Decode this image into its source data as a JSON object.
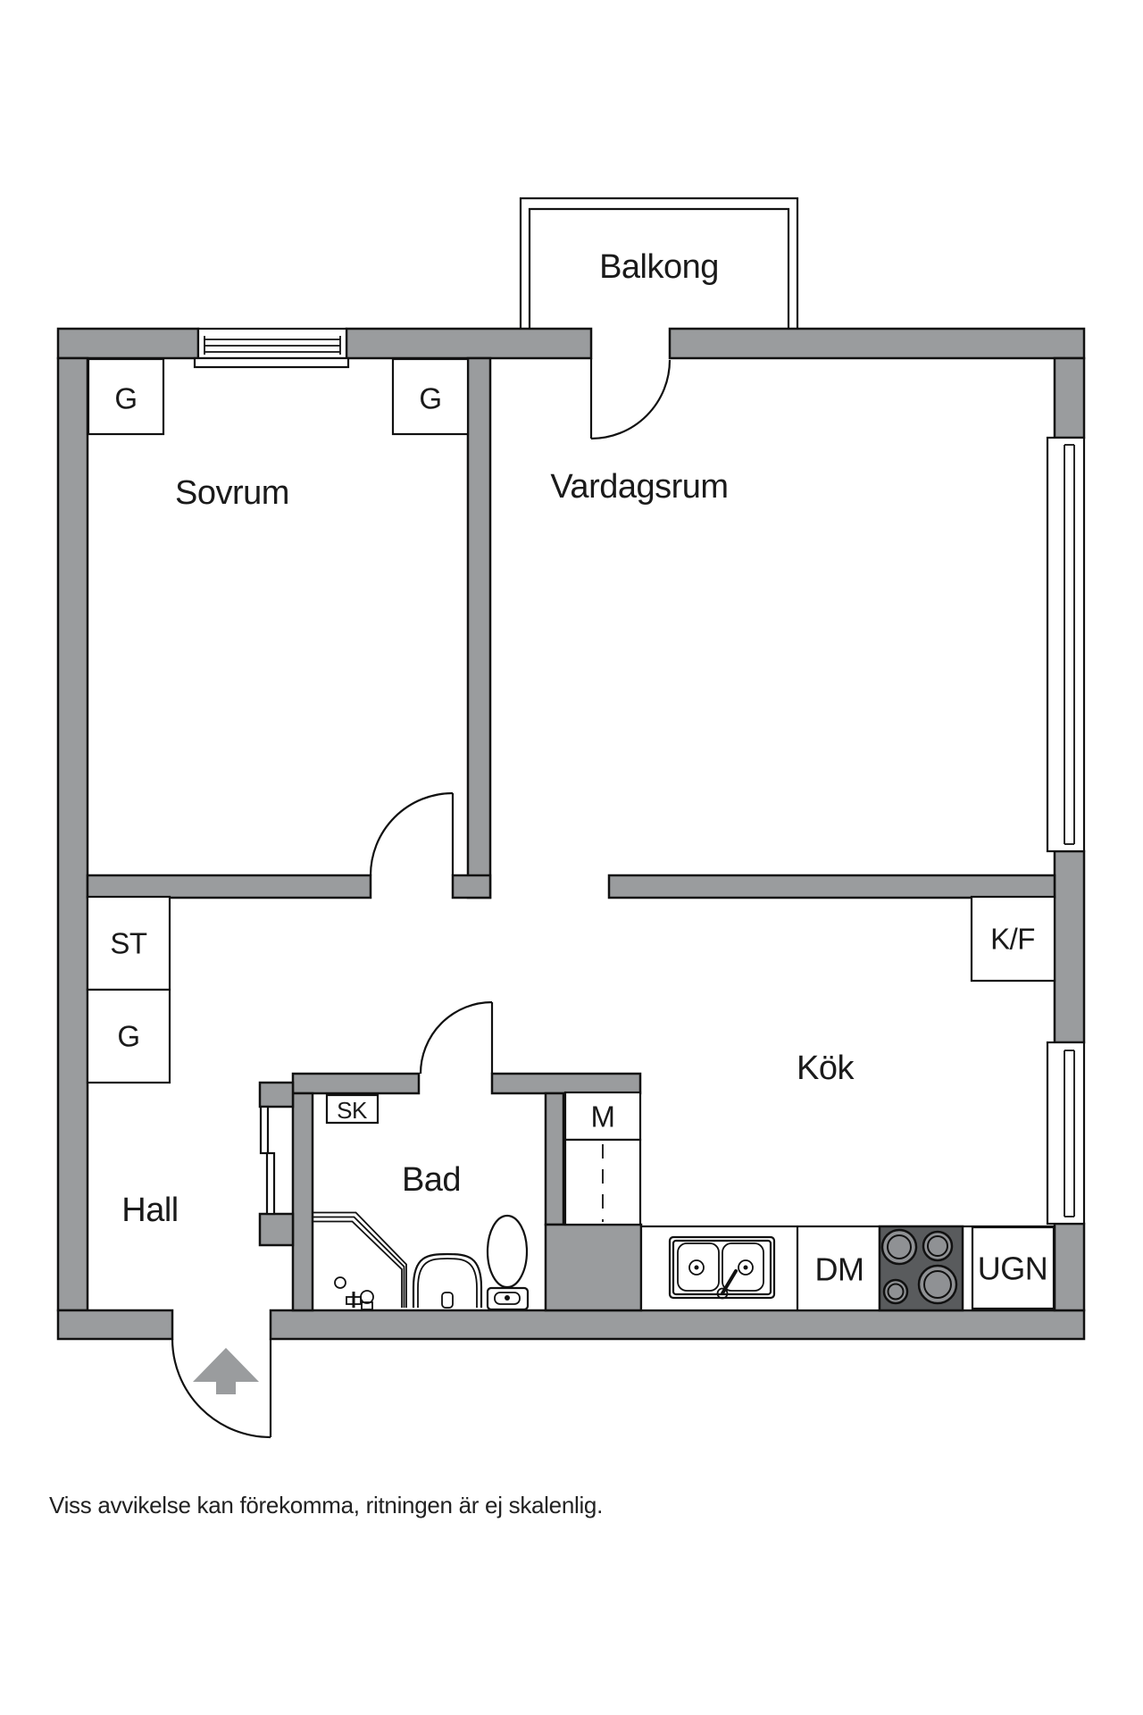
{
  "floorplan": {
    "rooms": {
      "balkong": {
        "label": "Balkong"
      },
      "sovrum": {
        "label": "Sovrum"
      },
      "vardagsrum": {
        "label": "Vardagsrum"
      },
      "kok": {
        "label": "Kök"
      },
      "hall": {
        "label": "Hall"
      },
      "bad": {
        "label": "Bad"
      }
    },
    "storage": {
      "g_sovrum_left": {
        "label": "G"
      },
      "g_sovrum_right": {
        "label": "G"
      },
      "st_hall": {
        "label": "ST"
      },
      "g_hall": {
        "label": "G"
      },
      "sk_bad": {
        "label": "SK"
      },
      "m_niche": {
        "label": "M"
      }
    },
    "kitchen": {
      "fridge_freezer": {
        "label": "K/F"
      },
      "dishwasher": {
        "label": "DM"
      },
      "oven": {
        "label": "UGN"
      }
    },
    "disclaimer": "Viss avvikelse kan förekomma, ritningen är ej skalenlig.",
    "colors": {
      "wall": "#9a9c9e",
      "stove": "#595b5d",
      "burner": "#8f9194",
      "line": "#111111",
      "background": "#ffffff"
    }
  }
}
